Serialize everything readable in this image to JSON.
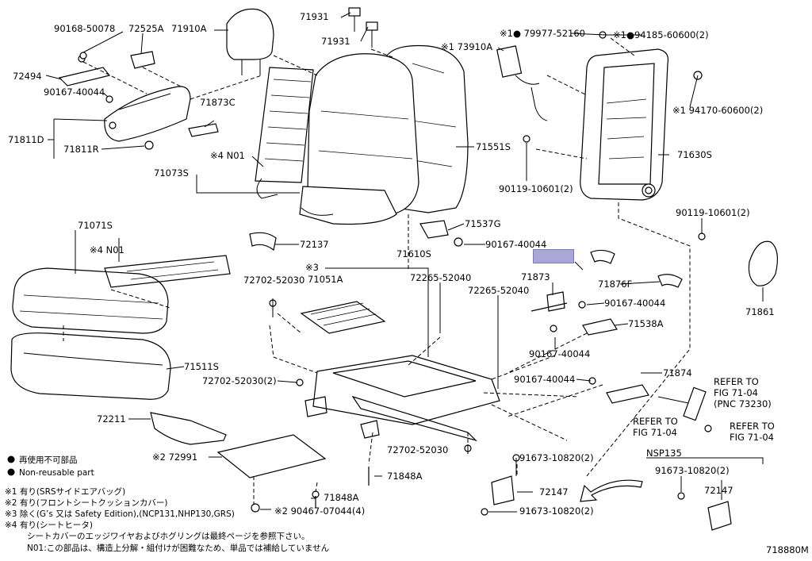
{
  "diagram": {
    "labels": {
      "p90168_50078": "90168-50078",
      "p72525A": "72525A",
      "p71910A": "71910A",
      "p71931a": "71931",
      "p71931b": "71931",
      "p73910A": "※1 73910A",
      "p79977": "※1● 79977-52160",
      "p94185": "※1●94185-60600(2)",
      "p72494": "72494",
      "p90167_40044a": "90167-40044",
      "p71873C": "71873C",
      "p94170": "※1 94170-60600(2)",
      "p71811D": "71811D",
      "p71811R": "71811R",
      "p71551S": "71551S",
      "p71630S": "71630S",
      "pN01a": "※4 N01",
      "p71073S": "71073S",
      "p90119a": "90119-10601(2)",
      "p90119b": "90119-10601(2)",
      "p71537G": "71537G",
      "p71071S": "71071S",
      "p72137": "72137",
      "p90167_40044b": "90167-40044",
      "pN01b": "※4 N01",
      "p71610S": "71610S",
      "p71876F": "71876F",
      "p71861": "71861",
      "p71051A_note": "※3",
      "p71051A": "71051A",
      "p72702a": "72702-52030",
      "p72265a": "72265-52040",
      "p72265b": "72265-52040",
      "p71873": "71873",
      "p90167_40044c": "90167-40044",
      "p71538A": "71538A",
      "p90167_40044d": "90167-40044",
      "p71511S": "71511S",
      "p72702b": "72702-52030(2)",
      "p90167_40044e": "90167-40044",
      "p71874": "71874",
      "pRefer1a": "REFER TO",
      "pRefer1b": "FIG 71-04",
      "pRefer1c": "(PNC 73230)",
      "p72211": "72211",
      "pRefer2a": "REFER TO",
      "pRefer2b": "FIG 71-04",
      "pRefer3a": "REFER TO",
      "pRefer3b": "FIG 71-04",
      "pNSP135": "NSP135",
      "p72991": "※2 72991",
      "p72702c": "72702-52030",
      "p91673a": "91673-10820(2)",
      "p91673c": "91673-10820(2)",
      "p71848A": "71848A",
      "p72147a": "72147",
      "p72147b": "72147",
      "p71848A2": "71848A",
      "p90467": "※2 90467-07044(4)",
      "p91673b": "91673-10820(2)",
      "pFigId": "718880M"
    },
    "legend": {
      "nonreusable_jp": "再使用不可部品",
      "nonreusable_en": "Non-reusable part"
    },
    "notes": {
      "n1": "※1 有り(SRSサイドエアバッグ)",
      "n2": "※2 有り(フロントシートクッションカバー)",
      "n3": "※3 除く(G’s 又は Safety Edition),(NCP131,NHP130,GRS)",
      "n4": "※4 有り(シートヒータ)",
      "n5": "シートカバーのエッジワイヤおよびホグリングは最終ページを参照下さい。",
      "n6": "N01:この部品は、構造上分解・組付けが困難なため、単品では補給していません"
    }
  }
}
